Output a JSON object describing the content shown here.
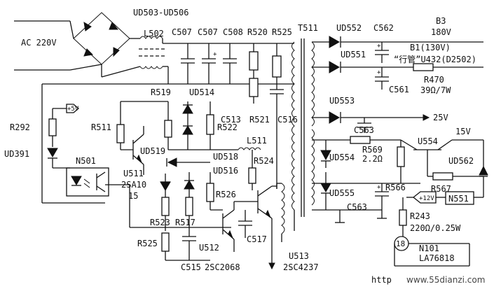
{
  "labels": {
    "bridge": "UD503-UD506",
    "ac_in": "AC 220V",
    "l502": "L502",
    "c507a": "C507",
    "c507b": "C507",
    "c508": "C508",
    "r520": "R520",
    "r525_top": "R525",
    "t511": "T511",
    "ud552": "UD552",
    "c562": "C562",
    "b3": "B3",
    "v180": "180V",
    "ud551": "UD551",
    "b1": "B1(130V)",
    "hang_guan": "“行管”U432(D2502)",
    "r470": "R470",
    "r470_val": "39Ω/7W",
    "ud553": "UD553",
    "c561": "C561",
    "v25": "25V",
    "r519": "R519",
    "ud514": "UD514",
    "c513": "C513",
    "r521": "R521",
    "c516": "C516",
    "r292": "R292",
    "plus5v": "+5V",
    "r511": "R511",
    "r522": "R522",
    "l511": "L511",
    "ud391": "UD391",
    "n501": "N501",
    "ud519": "UD519",
    "ud518": "UD518",
    "r524": "R524",
    "ud516": "UD516",
    "u511": "U511",
    "sa10": "2SA10",
    "sa15": "15",
    "c563a": "C563",
    "v15": "15V",
    "u554": "U554",
    "ud554": "UD554",
    "r569": "R569",
    "r569_val": "2.2Ω",
    "ud562": "UD562",
    "r523": "R523",
    "r517": "R517",
    "r526": "R526",
    "ud555": "UD555",
    "r566": "R566",
    "r567": "R567",
    "c563b": "C563",
    "plus12v": "+12V",
    "n551": "N551",
    "r525_bot": "R525",
    "r243": "R243",
    "r243_val": "220Ω/0.25W",
    "u512": "U512",
    "c517": "C517",
    "pin18": "18",
    "n101": "N101",
    "la76818": "LA76818",
    "c515": "C515",
    "sc2068": "2SC2068",
    "u513": "U513",
    "sc4237": "2SC4237"
  },
  "watermark": {
    "left": "http",
    "right": "www.55dianzi.com"
  }
}
